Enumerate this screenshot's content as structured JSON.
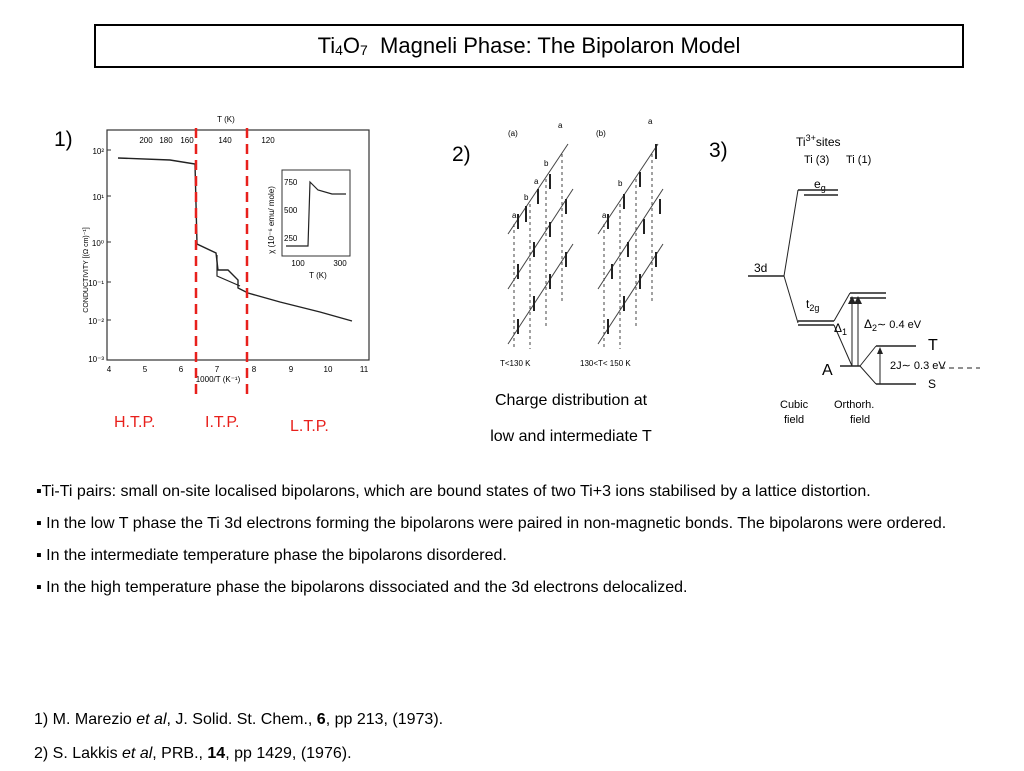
{
  "title": {
    "prefix": "Ti",
    "sub1": "4",
    "mid": "O",
    "sub2": "7",
    "rest": "  Magneli Phase: The Bipolaron Model"
  },
  "panels": {
    "p1": "1)",
    "p2": "2)",
    "p3": "3)"
  },
  "phases": {
    "htp": "H.T.P.",
    "itp": "I.T.P.",
    "ltp": "L.T.P."
  },
  "fig1": {
    "top_axis_label": "T (K)",
    "top_ticks": [
      "200",
      "180",
      "160",
      "140",
      "120"
    ],
    "bottom_ticks": [
      "4",
      "5",
      "6",
      "7",
      "8",
      "9",
      "10",
      "11"
    ],
    "xlabel": "1000/T (K⁻¹)",
    "ylabel": "CONDUCTIVITY  [(Ω cm)⁻¹]",
    "y_ticks": [
      "10²",
      "10¹",
      "10⁰",
      "10⁻¹",
      "10⁻²",
      "10⁻³"
    ],
    "inset_ylabel": "χ (10⁻⁶ emu/ mole)",
    "inset_yticks": [
      "750",
      "500",
      "250"
    ],
    "inset_xticks": [
      "100",
      "300"
    ],
    "inset_xlabel": "T (K)"
  },
  "fig2": {
    "label_a": "(a)",
    "label_b": "(b)",
    "site_a": "a",
    "site_b": "b",
    "caption_a": "T<130 K",
    "caption_b": "130<T< 150 K"
  },
  "caption": {
    "line1": "Charge distribution at",
    "line2": "low and intermediate T"
  },
  "fig3": {
    "sites_title": "Ti",
    "sites_sup": "3+",
    "sites_word": "sites",
    "ti3": "Ti (3)",
    "ti1": "Ti (1)",
    "eg": "e",
    "eg_sub": "g",
    "d3": "3d",
    "t2g": "t",
    "t2g_sub": "2g",
    "delta1": "Δ",
    "delta1_sub": "1",
    "delta2": "Δ",
    "delta2_sub": "2",
    "delta_val": "∼ 0.4 eV",
    "T": "T",
    "J": "2J∼ 0.3 eV",
    "S": "S",
    "A": "A",
    "cubic1": "Cubic",
    "cubic2": "field",
    "ortho1": "Orthorh.",
    "ortho2": "field"
  },
  "bullets": [
    "▪Ti-Ti pairs: small on-site localised bipolarons, which are bound states of two Ti+3 ions stabilised by a lattice distortion.",
    "▪ In the low T phase the Ti 3d electrons forming the bipolarons were paired in non-magnetic bonds. The bipolarons were ordered.",
    "▪ In the intermediate temperature phase the bipolarons disordered.",
    "▪ In the high temperature phase the bipolarons dissociated and the 3d electrons delocalized."
  ],
  "refs": {
    "r1_a": "1) M. Marezio ",
    "r1_b": "et al",
    "r1_c": ", J. Solid. St. Chem., ",
    "r1_d": "6",
    "r1_e": ", pp 213, (1973).",
    "r2_a": "2) S. Lakkis ",
    "r2_b": "et al",
    "r2_c": ", PRB., ",
    "r2_d": "14",
    "r2_e": ", pp 1429, (1976)."
  }
}
